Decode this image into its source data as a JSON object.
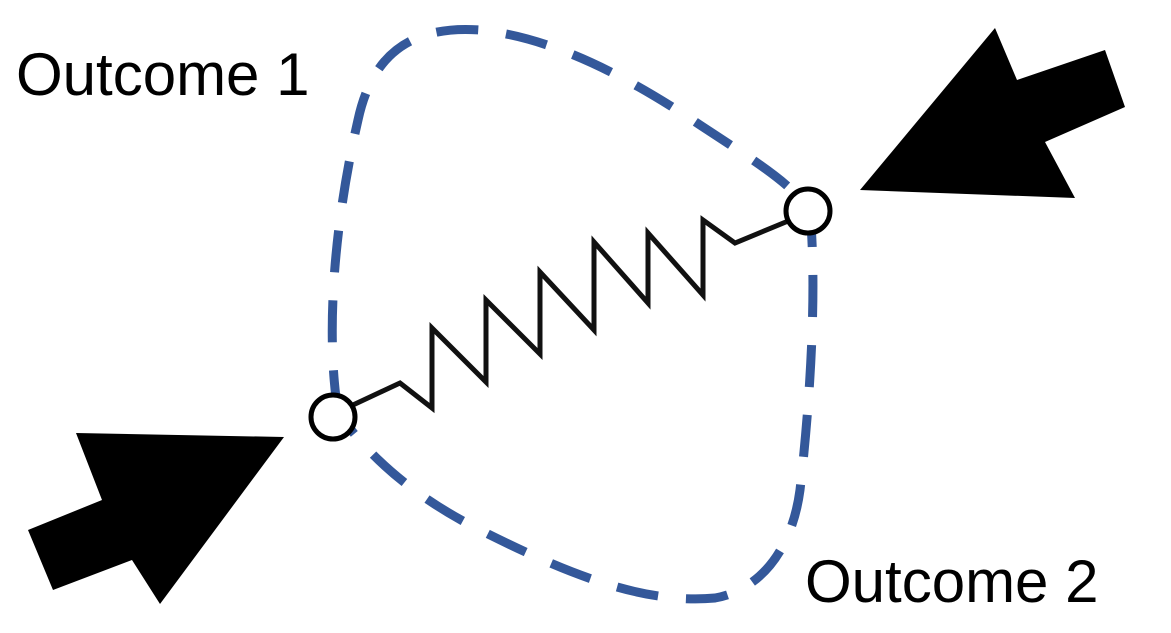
{
  "labels": {
    "outcome_1": "Outcome 1",
    "outcome_2": "Outcome 2"
  },
  "colors": {
    "boundary": "#34589a",
    "ink": "#000000",
    "background": "#ffffff"
  },
  "elements": {
    "boundary": "dashed-closed-curve",
    "spring": "zigzag-spring",
    "endpoints": [
      "node-circle",
      "node-circle"
    ],
    "arrows": [
      "arrow-icon",
      "arrow-icon"
    ]
  }
}
